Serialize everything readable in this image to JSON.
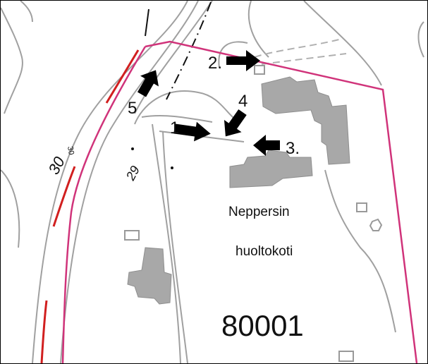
{
  "map": {
    "place_name_line1": "Neppersin",
    "place_name_line2": "huoltokoti",
    "property_id": "80001",
    "contours": [
      "30",
      "29"
    ],
    "contour_small": "30",
    "markers": [
      {
        "label": "1",
        "direction": "east"
      },
      {
        "label": "2.",
        "direction": "east"
      },
      {
        "label": "3.",
        "direction": "west"
      },
      {
        "label": "4",
        "direction": "south-west"
      },
      {
        "label": "5",
        "direction": "north-east"
      }
    ],
    "colors": {
      "boundary": "#d0337a",
      "road_edge_red": "#d11f1f",
      "road_line": "#9a9a9a",
      "building": "#a8a8a8",
      "arrow": "#000000"
    }
  }
}
